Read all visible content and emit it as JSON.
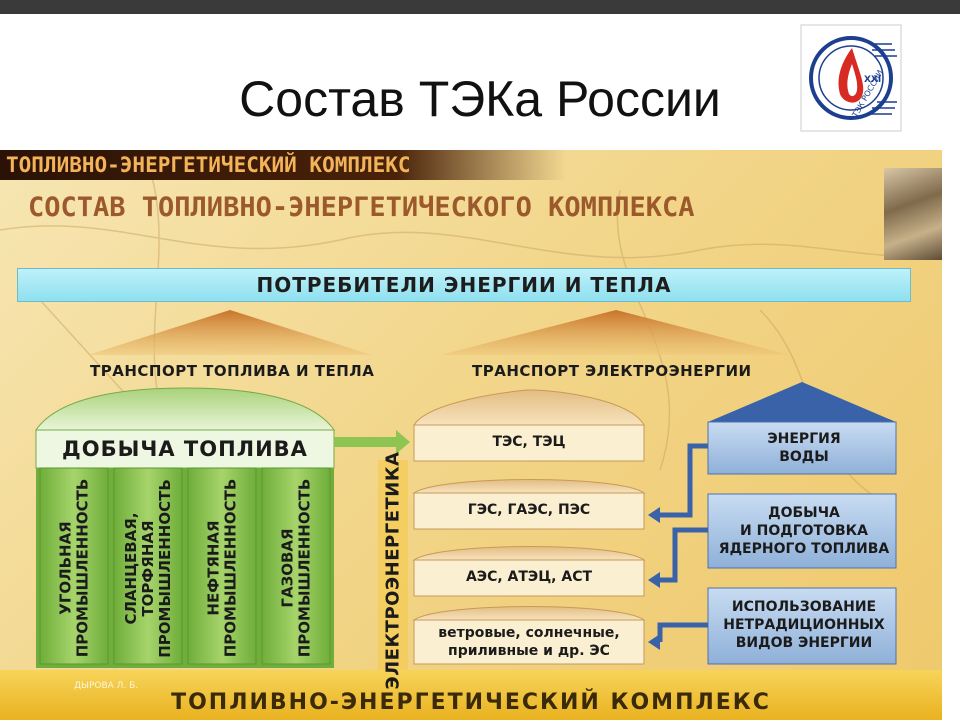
{
  "slide": {
    "title": "Состав ТЭКа России"
  },
  "logo": {
    "letters_left": "ТЭК РОССИИ",
    "letters_right": "ХХI",
    "colors": {
      "blue": "#1c3f8f",
      "red": "#d62a22"
    }
  },
  "panel": {
    "header": "ТОПЛИВНО-ЭНЕРГЕТИЧЕСКИЙ КОМПЛЕКС",
    "subtitle": "СОСТАВ ТОПЛИВНО-ЭНЕРГЕТИЧЕСКОГО КОМПЛЕКСА",
    "consumers": "ПОТРЕБИТЕЛИ ЭНЕРГИИ И ТЕПЛА",
    "transport_fuel": "ТРАНСПОРТ ТОПЛИВА И ТЕПЛА",
    "transport_electric": "ТРАНСПОРТ ЭЛЕКТРОЭНЕРГИИ",
    "mining": {
      "title": "ДОБЫЧА ТОПЛИВА",
      "columns": [
        "УГОЛЬНАЯ\nПРОМЫШЛЕННОСТЬ",
        "СЛАНЦЕВАЯ, ТОРФЯНАЯ\nПРОМЫШЛЕННОСТЬ",
        "НЕФТЯНАЯ\nПРОМЫШЛЕННОСТЬ",
        "ГАЗОВАЯ\nПРОМЫШЛЕННОСТЬ"
      ]
    },
    "electro_label": "ЭЛЕКТРОЭНЕРГЕТИКА",
    "plants": [
      "ТЭС, ТЭЦ",
      "ГЭС, ГАЭС, ПЭС",
      "АЭС, АТЭЦ, АСТ",
      "ветровые, солнечные,\nприливные и др. ЭС"
    ],
    "resources": [
      "ЭНЕРГИЯ\nВОДЫ",
      "ДОБЫЧА\nИ ПОДГОТОВКА\nЯДЕРНОГО ТОПЛИВА",
      "ИСПОЛЬЗОВАНИЕ\nНЕТРАДИЦИОННЫХ\nВИДОВ ЭНЕРГИИ"
    ],
    "watermark": "ДЫРОВА Л. Б.",
    "footer": "ТОПЛИВНО-ЭНЕРГЕТИЧЕСКИЙ КОМПЛЕКС"
  },
  "colors": {
    "consumers_fill": "#9fe6f3",
    "mining_green": "#8dc452",
    "plant_fill": "#fbefd2",
    "resource_blue": "#a9c6e6",
    "arrow_blue": "#3a62a8",
    "roof_orange": "#d98f3a",
    "footer_yellow": "#f2c233"
  }
}
